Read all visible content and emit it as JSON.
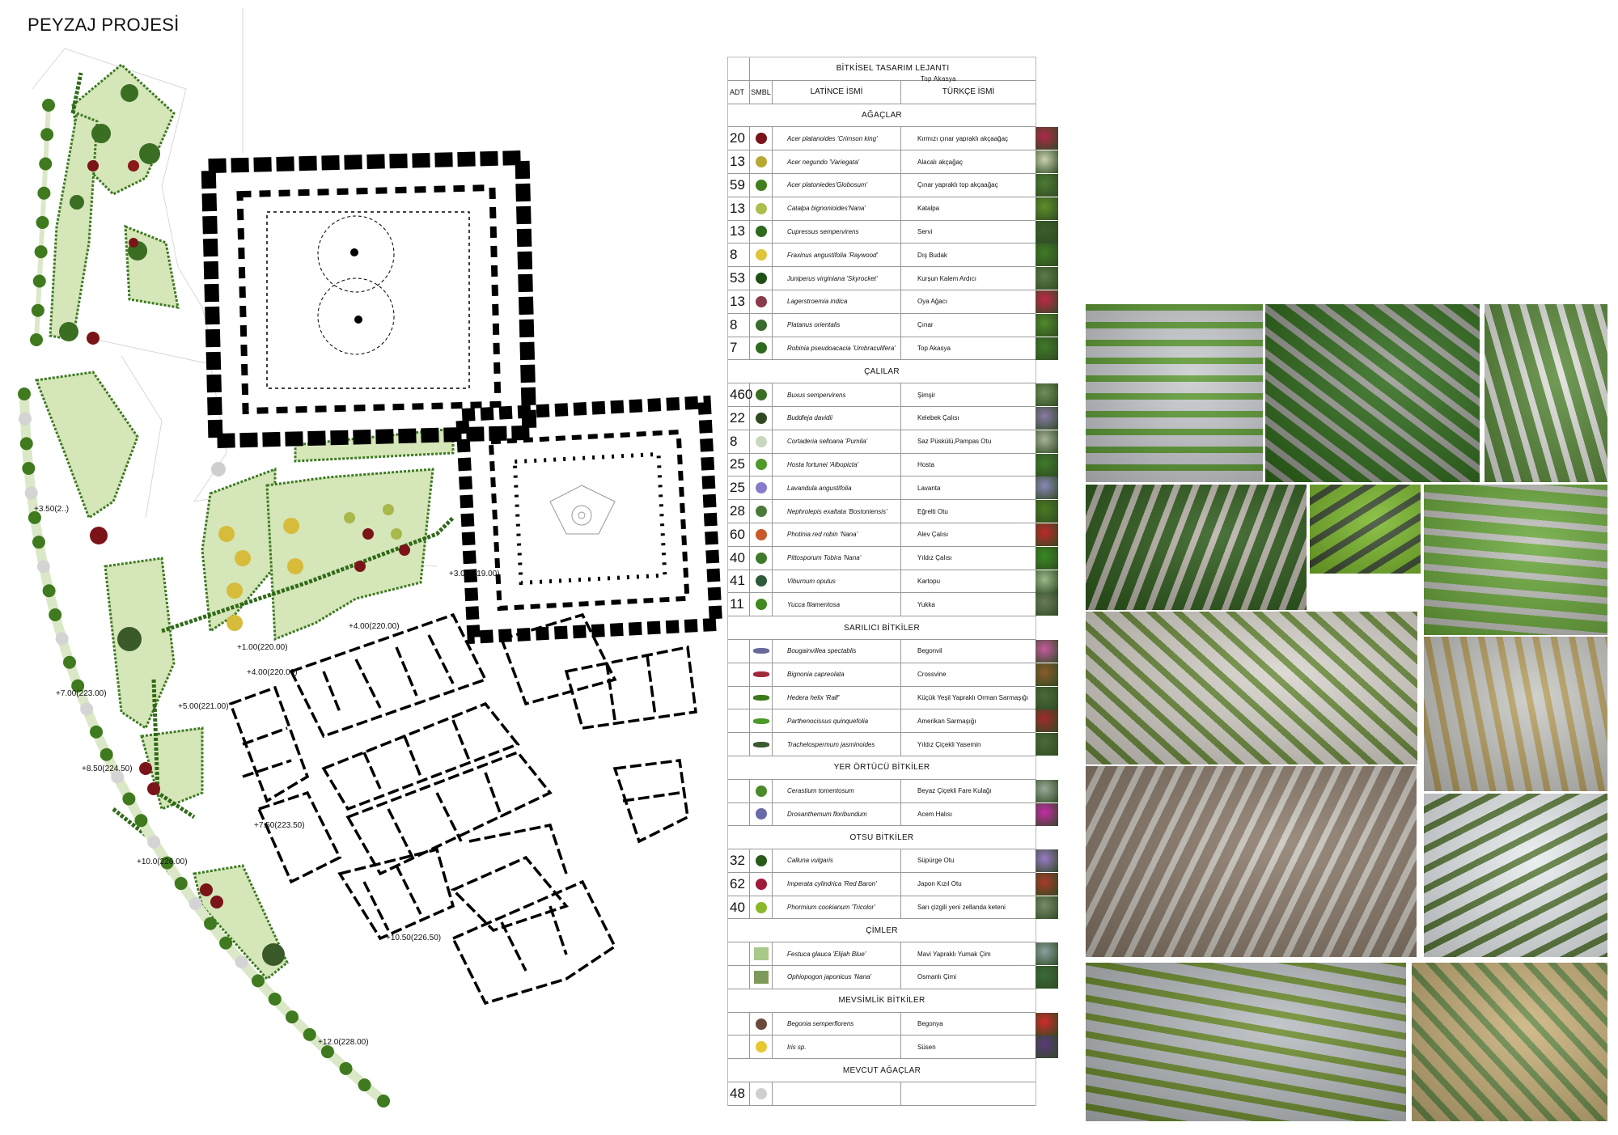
{
  "title": "PEYZAJ PROJESİ",
  "plan": {
    "elevations": [
      "+3.50(2..)",
      "+3.00(219.00)",
      "+4.00(220.00)",
      "+1.00(220.00)",
      "+4.00(220.00)",
      "+7.00(223.00)",
      "+5.00(221.00)",
      "+8.50(224.50)",
      "+7.50(223.50)",
      "+10.0(226.00)",
      "+10.50(226.50)",
      "+12.0(228.00)"
    ]
  },
  "legend": {
    "title": "BİTKİSEL TASARIM LEJANTI",
    "stray_note": "Top Akasya",
    "headers": {
      "qty": "ADT",
      "symbol": "SMBL",
      "latin": "LATİNCE İSMİ",
      "turkish": "TÜRKÇE İSMİ"
    },
    "sections": [
      {
        "title": "AĞAÇLAR",
        "rows": [
          {
            "qty": "20",
            "latin": "Acer platanoides 'Crimson king'",
            "turkish": "Kırmızı çınar yapraklı akçaağaç",
            "symbol_color": "#7a1418",
            "photo_color": "#b0284a"
          },
          {
            "qty": "13",
            "latin": "Acer negundo 'Variegata'",
            "turkish": "Alacalı akçağaç",
            "symbol_color": "#b9a834",
            "photo_color": "#c9d1b0"
          },
          {
            "qty": "59",
            "latin": "Acer platoniedes'Globosum'",
            "turkish": "Çınar yapraklı top akçaağaç",
            "symbol_color": "#3f7d1e",
            "photo_color": "#4d7a33"
          },
          {
            "qty": "13",
            "latin": "Catalpa bignonioides'Nana'",
            "turkish": "Katalpa",
            "symbol_color": "#a9bf4e",
            "photo_color": "#5f8f2a"
          },
          {
            "qty": "13",
            "latin": "Cupressus sempervirens",
            "turkish": "Servi",
            "symbol_color": "#2f6a1c",
            "photo_color": "#3b5e2c"
          },
          {
            "qty": "8",
            "latin": "Fraxinus angustifolia 'Raywood'",
            "turkish": "Dış Budak",
            "symbol_color": "#e0c53a",
            "photo_color": "#3f7a24"
          },
          {
            "qty": "53",
            "latin": "Juniperus virginiana 'Skyrocket'",
            "turkish": "Kurşun Kalem Ardıcı",
            "symbol_color": "#1f4f15",
            "photo_color": "#5c7a4a"
          },
          {
            "qty": "13",
            "latin": "Lagerstroemia indica",
            "turkish": "Oya Ağacı",
            "symbol_color": "#8a3a4a",
            "photo_color": "#c02848"
          },
          {
            "qty": "8",
            "latin": "Platanus orientalis",
            "turkish": "Çınar",
            "symbol_color": "#3a6a2c",
            "photo_color": "#4f8a2a"
          },
          {
            "qty": "7",
            "latin": "Robinia pseudoacacia 'Umbraculifera'",
            "turkish": "Top Akasya",
            "symbol_color": "#2e6a1e",
            "photo_color": "#3f7a28"
          }
        ]
      },
      {
        "title": "ÇALILAR",
        "rows": [
          {
            "qty": "460",
            "latin": "Buxus sempervirens",
            "turkish": "Şimşir",
            "symbol_color": "#3b6e22",
            "photo_color": "#6f8f5a"
          },
          {
            "qty": "22",
            "latin": "Buddleja davidii",
            "turkish": "Kelebek Çalısı",
            "symbol_color": "#2f4a22",
            "photo_color": "#8a7aa8"
          },
          {
            "qty": "8",
            "latin": "Cortaderia selloana 'Pumila'",
            "turkish": "Saz Püskülü,Pampas Otu",
            "symbol_color": "#c8d8c0",
            "photo_color": "#a8b29a"
          },
          {
            "qty": "25",
            "latin": "Hosta fortunei 'Albopicta'",
            "turkish": "Hosta",
            "symbol_color": "#4f9a2a",
            "photo_color": "#3f7a2a"
          },
          {
            "qty": "25",
            "latin": "Lavandula angustifolia",
            "turkish": "Lavanta",
            "symbol_color": "#8a7acc",
            "photo_color": "#8a88b8"
          },
          {
            "qty": "28",
            "latin": "Nephrolepis exaltata 'Bostoniensis'",
            "turkish": "Eğrelti Otu",
            "symbol_color": "#4a7a3a",
            "photo_color": "#4a7a22"
          },
          {
            "qty": "60",
            "latin": "Photinia red robin 'Nana'",
            "turkish": "Alev Çalısı",
            "symbol_color": "#c8582a",
            "photo_color": "#c0282a"
          },
          {
            "qty": "40",
            "latin": "Pittosporum Tobira 'Nana'",
            "turkish": "Yıldız Çalısı",
            "symbol_color": "#3f7a2a",
            "photo_color": "#3a8a22"
          },
          {
            "qty": "41",
            "latin": "Viburnum opulus",
            "turkish": "Kartopu",
            "symbol_color": "#2f5a3a",
            "photo_color": "#9ab88a"
          },
          {
            "qty": "11",
            "latin": "Yucca filamentosa",
            "turkish": "Yukka",
            "symbol_color": "#3e8a1e",
            "photo_color": "#6a7a5a"
          }
        ]
      },
      {
        "title": "SARILICI BİTKİLER",
        "rows": [
          {
            "qty": "",
            "latin": "Bougainvillea spectablis",
            "turkish": "Begonvil",
            "symbol_color": "#6a6a9a",
            "photo_color": "#c85aa0"
          },
          {
            "qty": "",
            "latin": "Bignonia capreolata",
            "turkish": "Crossvine",
            "symbol_color": "#a02a3a",
            "photo_color": "#8a5a2a"
          },
          {
            "qty": "",
            "latin": "Hedera helix 'Ralf'",
            "turkish": "Küçük Yeşil Yapraklı Orman Sarmaşığı",
            "symbol_color": "#3a7a1a",
            "photo_color": "#4a6a3a"
          },
          {
            "qty": "",
            "latin": "Parthenocissus quinquefolia",
            "turkish": "Amerikan Sarmaşığı",
            "symbol_color": "#4a9a2a",
            "photo_color": "#a02a2a"
          },
          {
            "qty": "",
            "latin": "Trachelospermum jasminoides",
            "turkish": "Yıldız Çiçekli Yasemin",
            "symbol_color": "#3a5a32",
            "photo_color": "#4a6a3a"
          }
        ]
      },
      {
        "title": "YER ÖRTÜCÜ BİTKİLER",
        "rows": [
          {
            "qty": "",
            "latin": "Cerastium tomentosum",
            "turkish": "Beyaz Çiçekli Fare Kulağı",
            "symbol_color": "#4a8a2a",
            "photo_color": "#9aa898"
          },
          {
            "qty": "",
            "latin": "Drosanthemum floribundum",
            "turkish": "Acem Halısı",
            "symbol_color": "#6a6aa8",
            "photo_color": "#c82aa8"
          }
        ]
      },
      {
        "title": "OTSU BİTKİLER",
        "rows": [
          {
            "qty": "32",
            "latin": "Calluna vulgaris",
            "turkish": "Süpürge Otu",
            "symbol_color": "#2a5a1a",
            "photo_color": "#9a7ac8"
          },
          {
            "qty": "62",
            "latin": "Imperata cylindrica 'Red Baron'",
            "turkish": "Japon Kızıl Otu",
            "symbol_color": "#a01a3a",
            "photo_color": "#a83a2a"
          },
          {
            "qty": "40",
            "latin": "Phormium cookianum 'Tricolor'",
            "turkish": "Sarı çizgili yeni zellanda keteni",
            "symbol_color": "#8ab82a",
            "photo_color": "#7a8a6a"
          }
        ]
      },
      {
        "title": "ÇİMLER",
        "rows": [
          {
            "qty": "",
            "latin": "Festuca glauca 'Elijah Blue'",
            "turkish": "Mavi Yapraklı Yumak Çim",
            "symbol_color": "#a9c98a",
            "photo_color": "#8aa0a0",
            "square": true
          },
          {
            "qty": "",
            "latin": "Ophiopogon japonicus 'Nana'",
            "turkish": "Osmanlı Çimi",
            "symbol_color": "#7d9a5a",
            "photo_color": "#3a6a3a",
            "square": true
          }
        ]
      },
      {
        "title": "MEVSİMLİK BİTKİLER",
        "rows": [
          {
            "qty": "",
            "latin": "Begonia semperflorens",
            "turkish": "Begonya",
            "symbol_color": "#6a4a3a",
            "photo_color": "#d02a2a"
          },
          {
            "qty": "",
            "latin": "Iris sp.",
            "turkish": "Süsen",
            "symbol_color": "#e8c830",
            "photo_color": "#5a3a7a"
          }
        ]
      },
      {
        "title": "MEVCUT AĞAÇLAR",
        "rows": [
          {
            "qty": "48",
            "latin": "",
            "turkish": "",
            "symbol_color": "#cfcfcf",
            "photo_color": ""
          }
        ]
      }
    ]
  },
  "photos": [
    {
      "subject": "paving",
      "colors": [
        "#c9ccd0",
        "#5c9a32"
      ]
    },
    {
      "subject": "lawn-strips",
      "colors": [
        "#2e6a1a",
        "#9a9a94"
      ]
    },
    {
      "subject": "green-facade",
      "colors": [
        "#5a8a3a",
        "#e0e0dc"
      ]
    },
    {
      "subject": "stepping-stones",
      "colors": [
        "#2c5a1a",
        "#b9b2a8"
      ]
    },
    {
      "subject": "hanging-plants",
      "colors": [
        "#7ab82a",
        "#3a4a30"
      ]
    },
    {
      "subject": "meadow-path",
      "colors": [
        "#6aa83a",
        "#c0c0bc"
      ]
    },
    {
      "subject": "plaza-grasses",
      "colors": [
        "#d8d4cc",
        "#6a8a3a"
      ]
    },
    {
      "subject": "stepped-planters",
      "colors": [
        "#c8c8c4",
        "#b8a060"
      ]
    },
    {
      "subject": "urban-plaza",
      "colors": [
        "#8a7a6a",
        "#c8c4bc"
      ]
    },
    {
      "subject": "terrace-steps",
      "colors": [
        "#e8ecee",
        "#5a7a3a"
      ]
    },
    {
      "subject": "bench-planting",
      "colors": [
        "#b8bcc0",
        "#6a8a2a"
      ]
    },
    {
      "subject": "ornamental-grass",
      "colors": [
        "#c8b078",
        "#6a8a4a"
      ]
    }
  ]
}
